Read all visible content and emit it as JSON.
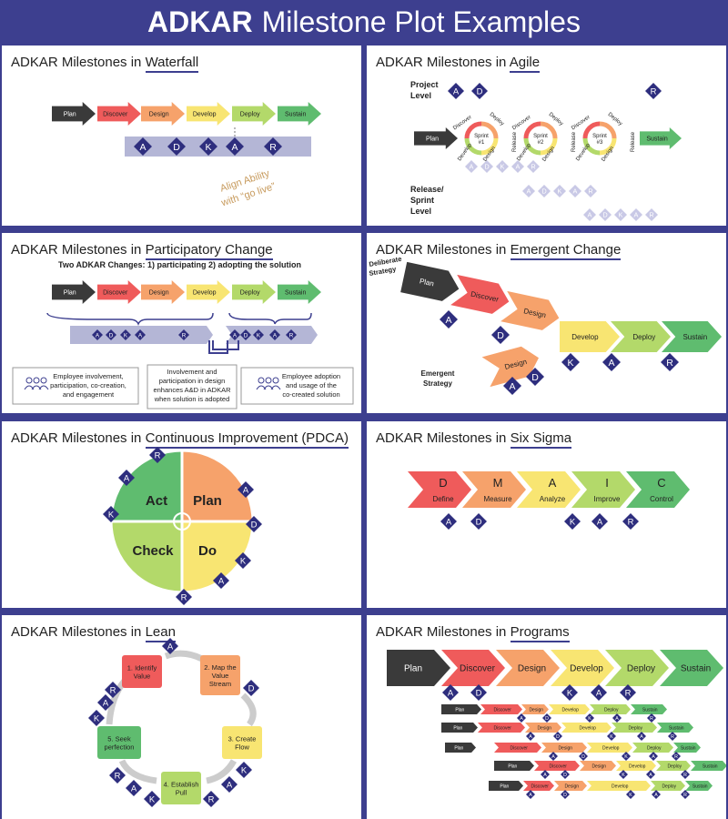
{
  "page": {
    "title_bold": "ADKAR",
    "title_rest": "Milestone Plot Examples"
  },
  "letters": {
    "A": "A",
    "D": "D",
    "K": "K",
    "R": "R"
  },
  "phases": {
    "plan": "Plan",
    "discover": "Discover",
    "design": "Design",
    "develop": "Develop",
    "deploy": "Deploy",
    "sustain": "Sustain"
  },
  "colors": {
    "plan": "#3a3a3a",
    "discover": "#ef5b5b",
    "design": "#f6a26b",
    "develop": "#f8e572",
    "deploy": "#b3d96a",
    "sustain": "#5fbc6f",
    "band": "#b4b6d6",
    "diamond": "#2e2e7e"
  },
  "waterfall": {
    "title_prefix": "ADKAR Milestones in ",
    "title_u": "Waterfall",
    "note1": "Align Ability",
    "note2": "with “go live”"
  },
  "agile": {
    "title_prefix": "ADKAR Milestones in ",
    "title_u": "Agile",
    "project1": "Project",
    "project2": "Level",
    "release1": "Release/",
    "release2": "Sprint",
    "release3": "Level",
    "sprint1": "Sprint #1",
    "sprint2": "Sprint #2",
    "sprint3": "Sprint #3",
    "release": "Release"
  },
  "participatory": {
    "title_prefix": "ADKAR Milestones in ",
    "title_u": "Participatory Change",
    "subtitle": "Two ADKAR Changes:    1) participating     2) adopting the solution",
    "box1": [
      "Employee involvement,",
      "participation, co-creation,",
      "and engagement"
    ],
    "box2": [
      "Involvement and",
      "participation in design",
      "enhances A&D in ADKAR",
      "when solution is adopted"
    ],
    "box3": [
      "Employee adoption",
      "and usage of the",
      "co-created solution"
    ]
  },
  "emergent": {
    "title_prefix": "ADKAR Milestones in ",
    "title_u": "Emergent Change",
    "deliberate1": "Deliberate",
    "deliberate2": "Strategy",
    "emergent1": "Emergent",
    "emergent2": "Strategy"
  },
  "pdca": {
    "title_prefix": "ADKAR Milestones in ",
    "title_u": "Continuous Improvement (PDCA)",
    "act": "Act",
    "plan": "Plan",
    "check": "Check",
    "do": "Do"
  },
  "sixsigma": {
    "title_prefix": "ADKAR Milestones in ",
    "title_u": "Six Sigma",
    "steps": [
      {
        "l": "D",
        "n": "Define"
      },
      {
        "l": "M",
        "n": "Measure"
      },
      {
        "l": "A",
        "n": "Analyze"
      },
      {
        "l": "I",
        "n": "Improve"
      },
      {
        "l": "C",
        "n": "Control"
      }
    ]
  },
  "lean": {
    "title_prefix": "ADKAR Milestones in ",
    "title_u": "Lean",
    "s1": [
      "1. Identify",
      "Value"
    ],
    "s2": [
      "2. Map the",
      "Value",
      "Stream"
    ],
    "s3": [
      "3. Create",
      "Flow"
    ],
    "s4": [
      "4. Establish",
      "Pull"
    ],
    "s5": [
      "5. Seek",
      "perfection"
    ]
  },
  "programs": {
    "title_prefix": "ADKAR Milestones in ",
    "title_u": "Programs"
  }
}
